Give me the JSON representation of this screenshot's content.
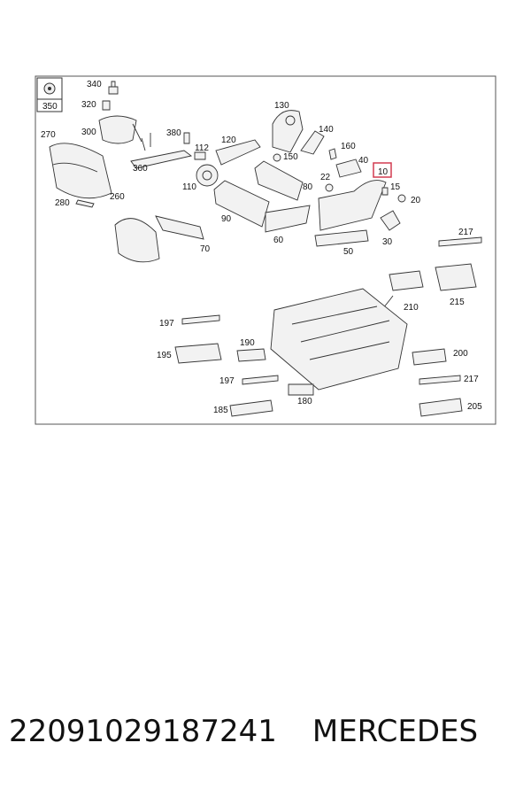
{
  "diagram": {
    "frame_color": "#555555",
    "highlight_color": "#d23c50",
    "highlighted_part": "10",
    "inset_label": "350",
    "part_labels": [
      "340",
      "320",
      "300",
      "270",
      "280",
      "260",
      "360",
      "380",
      "112",
      "120",
      "110",
      "130",
      "140",
      "150",
      "160",
      "40",
      "10",
      "80",
      "22",
      "15",
      "20",
      "90",
      "60",
      "70",
      "30",
      "50",
      "217",
      "215",
      "210",
      "197",
      "195",
      "190",
      "197",
      "185",
      "180",
      "200",
      "217",
      "205"
    ]
  },
  "caption": {
    "part_number": "22091029187241",
    "brand": "MERCEDES"
  }
}
